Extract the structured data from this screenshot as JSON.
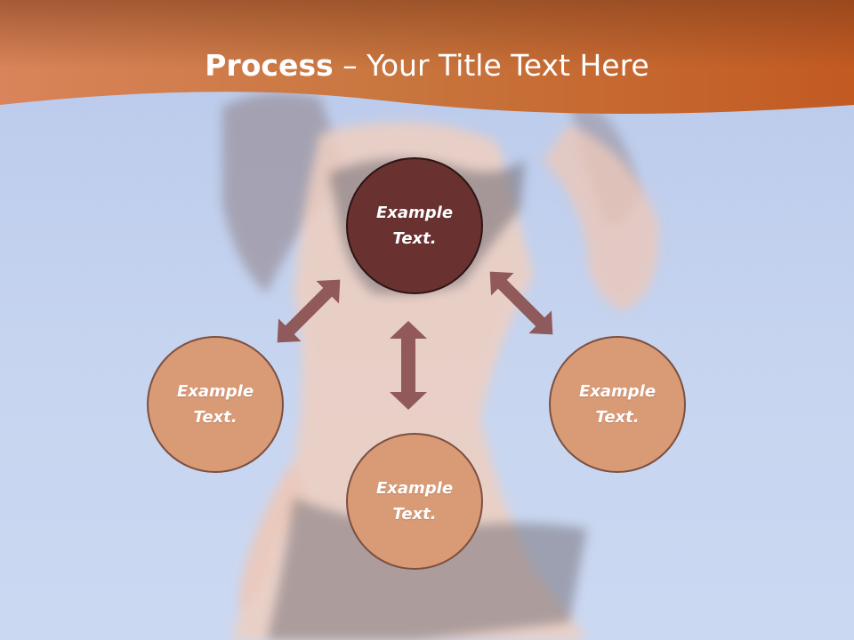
{
  "title": {
    "strong": "Process",
    "dash": " – ",
    "rest": "Your Title Text Here"
  },
  "nodes": {
    "center": "Example Text.",
    "left": "Example Text.",
    "right": "Example Text.",
    "bottom": "Example Text."
  },
  "colors": {
    "header": "#c8642e",
    "center_fill": "#6a3131",
    "outer_fill": "#d99a76",
    "arrow": "#8a5050",
    "background": "#c7d5f0"
  }
}
